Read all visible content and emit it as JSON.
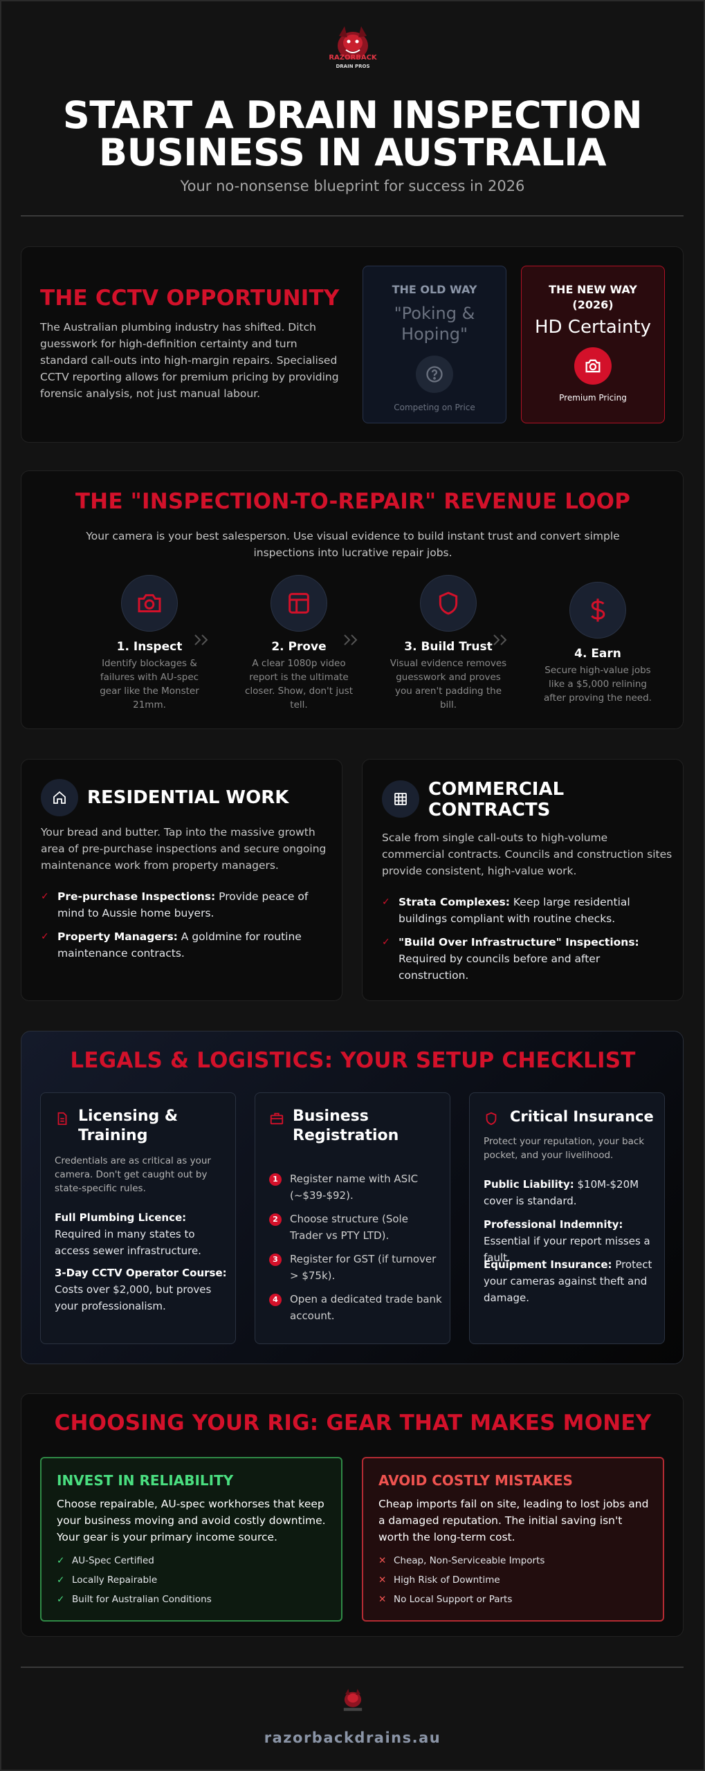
{
  "header": {
    "logo_text": "RAZORBACK",
    "logo_subtext": "DRAIN PROS",
    "title_line1": "START A DRAIN INSPECTION",
    "title_line2": "BUSINESS IN AUSTRALIA",
    "subtitle": "Your no-nonsense blueprint for success in 2026"
  },
  "opportunity": {
    "title": "THE CCTV OPPORTUNITY",
    "body": "The Australian plumbing industry has shifted. Ditch guesswork for high-definition certainty and turn standard call-outs into high-margin repairs. Specialised CCTV reporting allows for premium pricing by providing forensic analysis, not just manual labour.",
    "old_way": {
      "label": "THE OLD WAY",
      "quote": "\"Poking & Hoping\"",
      "caption": "Competing on Price"
    },
    "new_way": {
      "label_line1": "THE NEW WAY",
      "label_line2": "(2026)",
      "headline": "HD Certainty",
      "caption": "Premium Pricing"
    }
  },
  "loop": {
    "title": "THE \"INSPECTION-TO-REPAIR\" REVENUE LOOP",
    "intro": "Your camera is your best salesperson. Use visual evidence to build instant trust and convert simple inspections into lucrative repair jobs.",
    "steps": [
      {
        "icon": "camera-icon",
        "title": "1. Inspect",
        "desc": "Identify blockages & failures with AU-spec gear like the Monster 21mm."
      },
      {
        "icon": "layout-icon",
        "title": "2. Prove",
        "desc": "A clear 1080p video report is the ultimate closer. Show, don't just tell."
      },
      {
        "icon": "shield-icon",
        "title": "3. Build Trust",
        "desc": "Visual evidence removes guesswork and proves you aren't padding the bill."
      },
      {
        "icon": "dollar-icon",
        "title": "4. Earn",
        "desc": "Secure high-value jobs like a $5,000 relining after proving the need."
      }
    ]
  },
  "residential": {
    "title": "RESIDENTIAL WORK",
    "body": "Your bread and butter. Tap into the massive growth area of pre-purchase inspections and secure ongoing maintenance work from property managers.",
    "items": [
      {
        "strong": "Pre-purchase Inspections:",
        "text": " Provide peace of mind to Aussie home buyers."
      },
      {
        "strong": "Property Managers:",
        "text": " A goldmine for routine maintenance contracts."
      }
    ]
  },
  "commercial": {
    "title_line1": "COMMERCIAL",
    "title_line2": "CONTRACTS",
    "body": "Scale from single call-outs to high-volume commercial contracts. Councils and construction sites provide consistent, high-value work.",
    "items": [
      {
        "strong": "Strata Complexes:",
        "text": " Keep large residential buildings compliant with routine checks."
      },
      {
        "strong": "\"Build Over Infrastructure\" Inspections:",
        "text": " Required by councils before and after construction."
      }
    ]
  },
  "legals": {
    "title": "LEGALS & LOGISTICS: YOUR SETUP CHECKLIST",
    "licensing": {
      "title_line1": "Licensing &",
      "title_line2": "Training",
      "intro": "Credentials are as critical as your camera. Don't get caught out by state-specific rules.",
      "items": [
        {
          "strong": "Full Plumbing Licence:",
          "text": " Required in many states to access sewer infrastructure."
        },
        {
          "strong": "3-Day CCTV Operator Course:",
          "text": " Costs over $2,000, but proves your professionalism."
        }
      ]
    },
    "registration": {
      "title_line1": "Business",
      "title_line2": "Registration",
      "steps": [
        {
          "num": "1",
          "text": "Register name with ASIC (~$39-$92)."
        },
        {
          "num": "2",
          "text": "Choose structure (Sole Trader vs PTY LTD)."
        },
        {
          "num": "3",
          "text": "Register for GST (if turnover > $75k)."
        },
        {
          "num": "4",
          "text": "Open a dedicated trade bank account."
        }
      ]
    },
    "insurance": {
      "title": "Critical Insurance",
      "intro": "Protect your reputation, your back pocket, and your livelihood.",
      "items": [
        {
          "strong": "Public Liability:",
          "text": " $10M-$20M cover is standard."
        },
        {
          "strong": "Professional Indemnity:",
          "text": " Essential if your report misses a fault."
        },
        {
          "strong": "Equipment Insurance:",
          "text": " Protect your cameras against theft and damage."
        }
      ]
    }
  },
  "rig": {
    "title": "CHOOSING YOUR RIG: GEAR THAT MAKES MONEY",
    "good": {
      "title": "INVEST IN RELIABILITY",
      "body": "Choose repairable, AU-spec workhorses that keep your business moving and avoid costly downtime. Your gear is your primary income source.",
      "items": [
        "AU-Spec Certified",
        "Locally Repairable",
        "Built for Australian Conditions"
      ]
    },
    "bad": {
      "title": "AVOID COSTLY MISTAKES",
      "body": "Cheap imports fail on site, leading to lost jobs and a damaged reputation. The initial saving isn't worth the long-term cost.",
      "items": [
        "Cheap, Non-Serviceable Imports",
        "High Risk of Downtime",
        "No Local Support or Parts"
      ]
    }
  },
  "footer": {
    "domain": "razorbackdrains.au"
  },
  "colors": {
    "accent_red": "#d3112a",
    "good_green": "#4ade80",
    "bad_red": "#ef5350",
    "background": "#131313"
  }
}
